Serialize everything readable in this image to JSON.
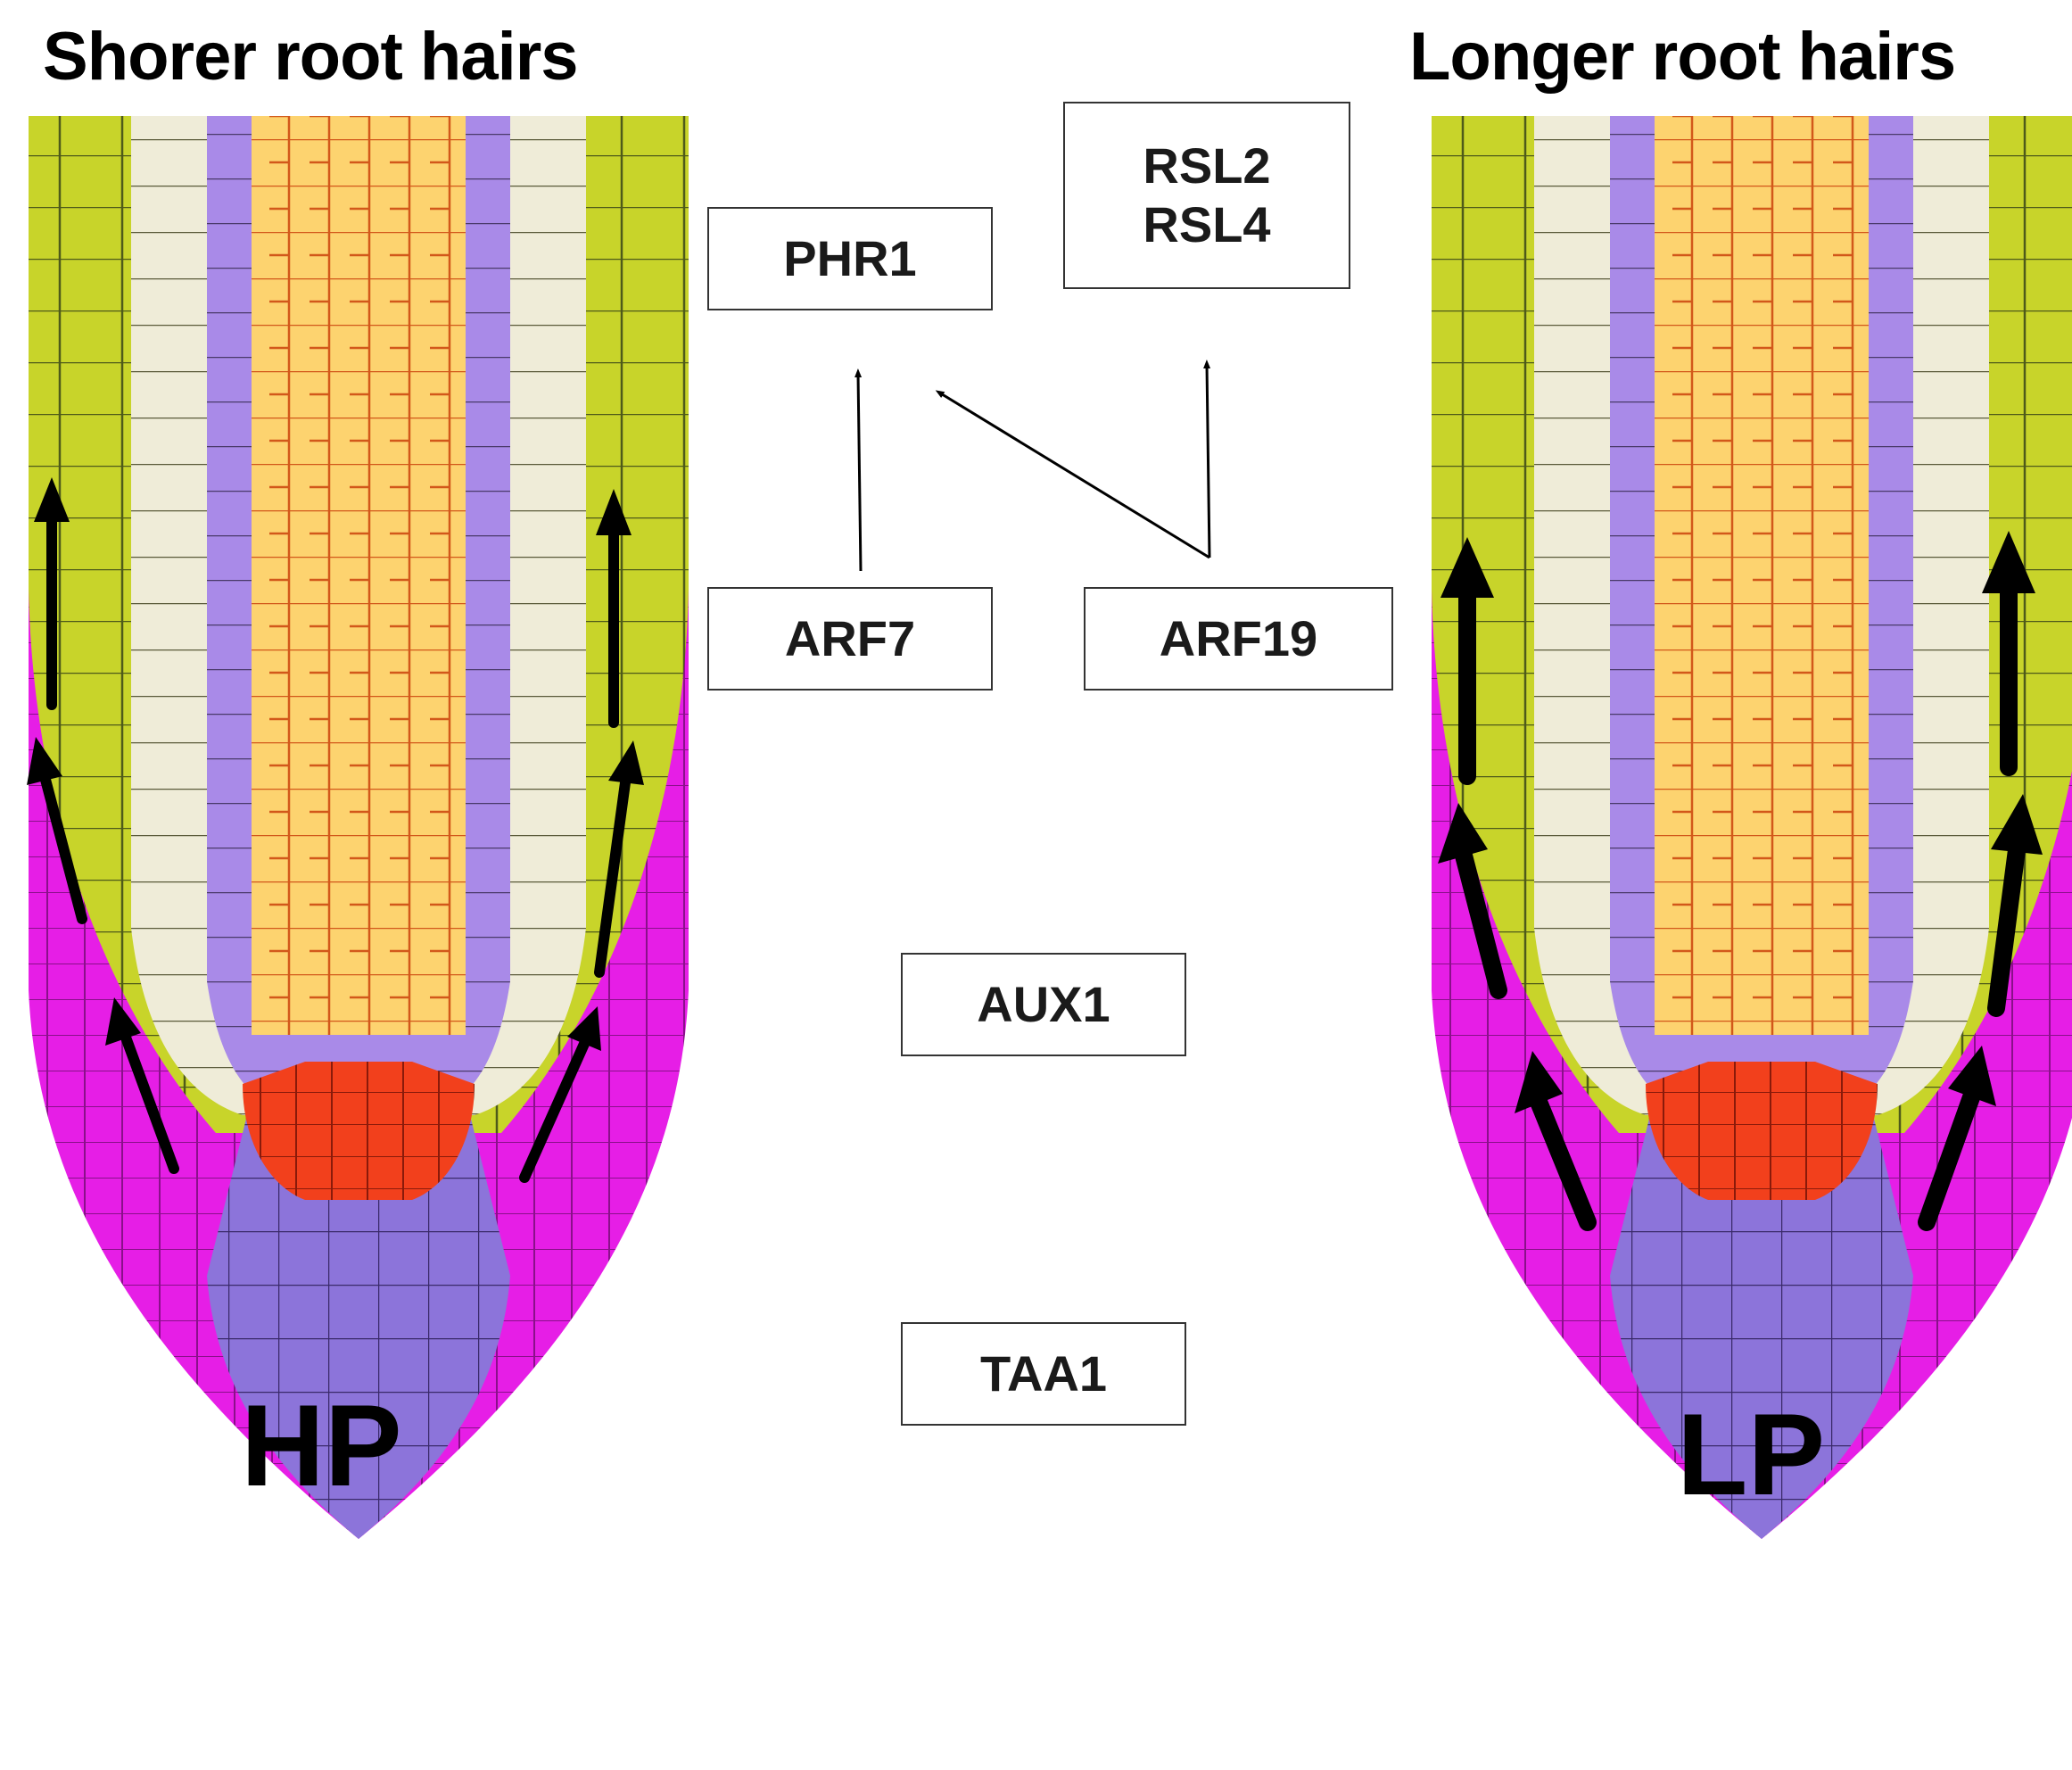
{
  "titles": {
    "left": "Shorer root hairs",
    "right": "Longer root hairs"
  },
  "conditions": {
    "left": "HP",
    "right": "LP"
  },
  "genes": {
    "phr1": "PHR1",
    "rsl": "RSL2\nRSL4",
    "arf7": "ARF7",
    "arf19": "ARF19",
    "aux1": "AUX1",
    "taa1": "TAA1"
  },
  "colors": {
    "epidermis": "#c8d42a",
    "cortex": "#efecd8",
    "endodermis": "#a98ae8",
    "stele": "#fdd36f",
    "quiescent_center": "#f2401c",
    "columella": "#8c74da",
    "lateral_root_cap": "#e61ee6",
    "arrow": "#000000"
  }
}
